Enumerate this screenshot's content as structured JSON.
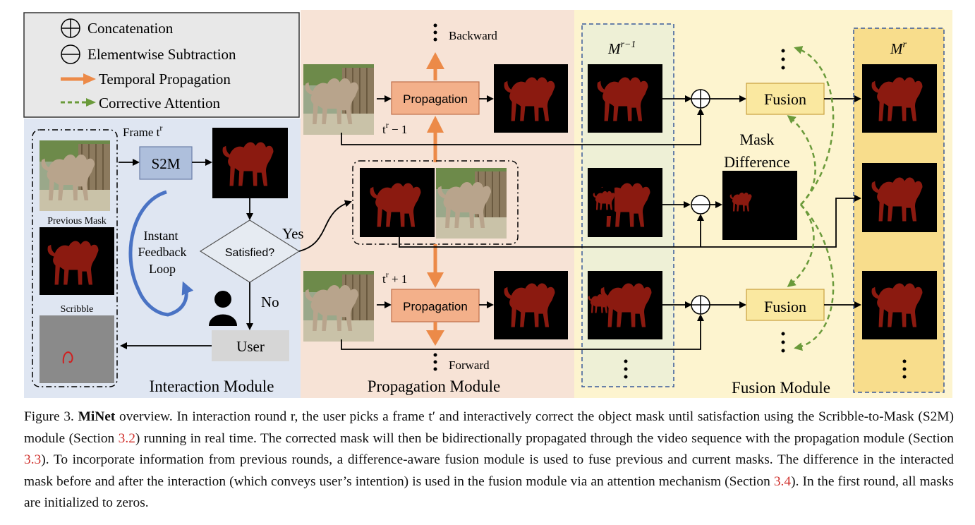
{
  "legend": {
    "concatenation": "Concatenation",
    "subtraction": "Elementwise Subtraction",
    "temporal": "Temporal Propagation",
    "corrective": "Corrective Attention"
  },
  "interaction": {
    "frame_label_base": "Frame t",
    "frame_label_sup": "r",
    "s2m": "S2M",
    "previous_mask": "Previous Mask",
    "scribble": "Scribble",
    "loop_line1": "Instant",
    "loop_line2": "Feedback",
    "loop_line3": "Loop",
    "satisfied": "Satisfied?",
    "yes": "Yes",
    "no": "No",
    "user": "User",
    "title": "Interaction Module"
  },
  "propagation": {
    "backward": "Backward",
    "forward": "Forward",
    "block_label": "Propagation",
    "t_minus": "t",
    "t_minus_sup": "r",
    "t_minus_suffix": " − 1",
    "t_plus": "t",
    "t_plus_sup": "r",
    "t_plus_suffix": " + 1",
    "title": "Propagation Module"
  },
  "fusion": {
    "m_prev_base": "M",
    "m_prev_sup": "r−1",
    "m_cur_base": "M",
    "m_cur_sup": "r",
    "mask_line1": "Mask",
    "mask_line2": "Difference",
    "block_label": "Fusion",
    "title": "Fusion Module"
  },
  "caption": {
    "prefix": "Figure 3. ",
    "bold": "MiNet",
    "part1": " overview. In interaction round r, the user picks a frame t′ and interactively correct the object mask until satisfaction using the Scribble-to-Mask (S2M) module (Section ",
    "ref1": "3.2",
    "part2": ") running in real time. The corrected mask will then be bidirectionally propagated through the video sequence with the propagation module (Section ",
    "ref2": "3.3",
    "part3": "). To incorporate information from previous rounds, a difference-aware fusion module is used to fuse previous and current masks. The difference in the interacted mask before and after the interaction (which conveys user’s intention) is used in the fusion module via an attention mechanism (Section ",
    "ref3": "3.4",
    "part4": "). In the first round, all masks are initialized to zeros."
  },
  "colors": {
    "interaction_bg": "#dfe6f2",
    "propagation_bg": "#f7e3d6",
    "fusion_bg": "#fdf4cf",
    "orange_arrow": "#ec8a48",
    "green_dash": "#6a9a3a",
    "mask_red": "#8b1a10",
    "s2m_fill": "#aebfdc",
    "prop_fill": "#f3b08a",
    "fusion_fill": "#fae8a0",
    "user_fill": "#d6d6d6",
    "loop_blue": "#4a73c4"
  }
}
